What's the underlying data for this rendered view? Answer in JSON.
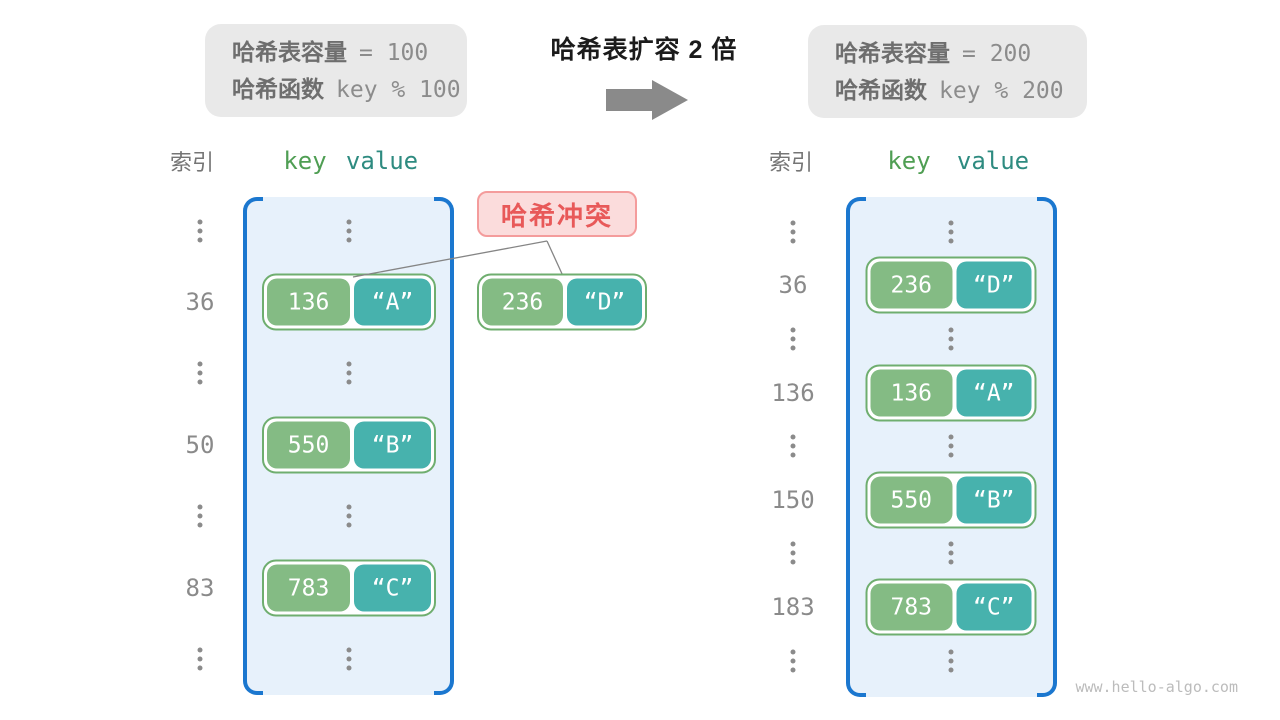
{
  "info_box_left": {
    "line1_label": "哈希表容量",
    "line1_value": "= 100",
    "line2_label": "哈希函数",
    "line2_value": "key % 100"
  },
  "transition": {
    "title": "哈希表扩容 2 倍",
    "arrow": "right-arrow"
  },
  "info_box_right": {
    "line1_label": "哈希表容量",
    "line1_value": "= 200",
    "line2_label": "哈希函数",
    "line2_value": "key % 200"
  },
  "collision_label": "哈希冲突",
  "left_table": {
    "headers": {
      "index": "索引",
      "key": "key",
      "value": "value"
    },
    "rows": [
      {
        "index": "36",
        "key": "136",
        "value": "“A”"
      },
      {
        "index": "50",
        "key": "550",
        "value": "“B”"
      },
      {
        "index": "83",
        "key": "783",
        "value": "“C”"
      }
    ]
  },
  "floating_pair": {
    "key": "236",
    "value": "“D”"
  },
  "right_table": {
    "headers": {
      "index": "索引",
      "key": "key",
      "value": "value"
    },
    "rows": [
      {
        "index": "36",
        "key": "236",
        "value": "“D”"
      },
      {
        "index": "136",
        "key": "136",
        "value": "“A”"
      },
      {
        "index": "150",
        "key": "550",
        "value": "“B”"
      },
      {
        "index": "183",
        "key": "783",
        "value": "“C”"
      }
    ]
  },
  "watermark": "www.hello-algo.com",
  "colors": {
    "key_cell": "#84bb84",
    "value_cell": "#47b2ad",
    "pair_border": "#6fae6f",
    "bucket_fill": "#e7f1fb",
    "bucket_border": "#1b77cf",
    "collision_bg": "#fbdcdc",
    "collision_border": "#f49c9c",
    "collision_text": "#e85959",
    "info_box_bg": "#e9e9e9",
    "key_header": "#4f9e53",
    "value_header": "#2e8b80",
    "arrow": "#8a8a8a"
  }
}
